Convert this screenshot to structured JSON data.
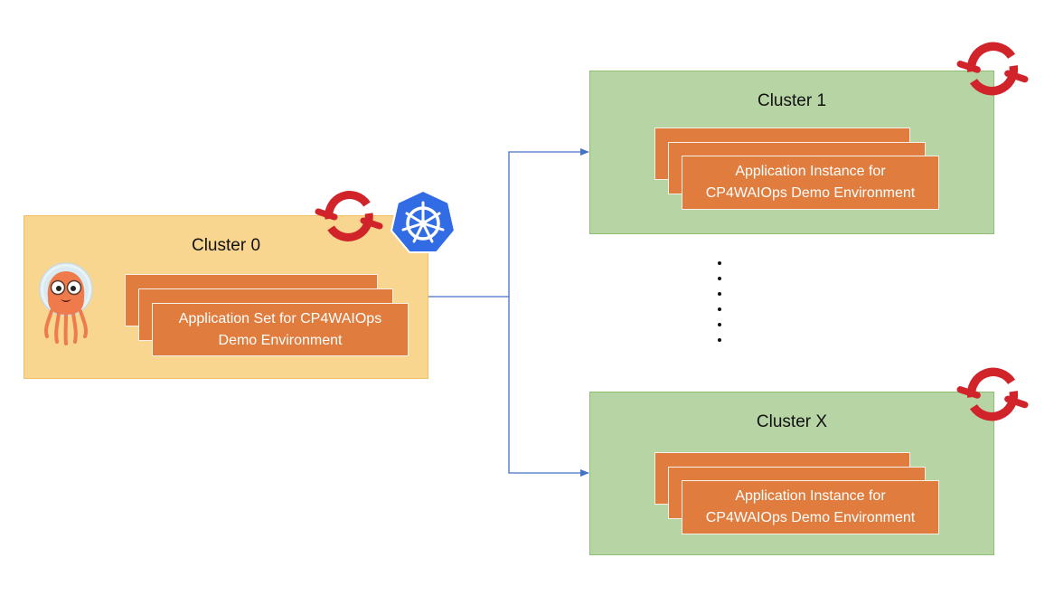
{
  "cluster0": {
    "title": "Cluster 0",
    "card_line1": "Application Set for CP4WAIOps",
    "card_line2": "Demo Environment"
  },
  "cluster1": {
    "title": "Cluster 1",
    "card_line1": "Application Instance for",
    "card_line2": "CP4WAIOps Demo Environment"
  },
  "clusterX": {
    "title": "Cluster X",
    "card_line1": "Application Instance for",
    "card_line2": "CP4WAIOps Demo Environment"
  },
  "icons": [
    "argo-mascot-icon",
    "openshift-icon",
    "kubernetes-icon"
  ],
  "colors": {
    "host_cluster": "#f9d68f",
    "target_cluster": "#b7d4a4",
    "card": "#e07d3e",
    "connector": "#4472c4",
    "openshift_red": "#d1232a",
    "kubernetes_blue": "#326ce5"
  }
}
